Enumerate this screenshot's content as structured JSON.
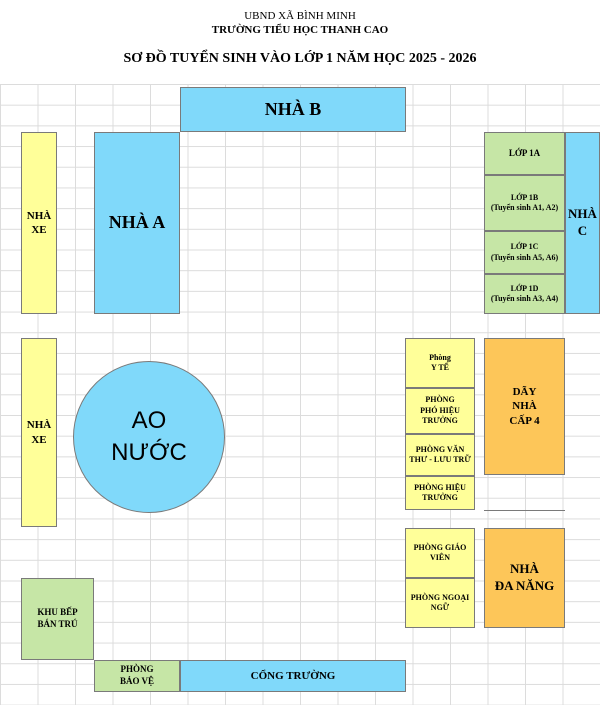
{
  "header": {
    "line1": "UBND XÃ BÌNH MINH",
    "line2": "TRƯỜNG TIỂU HỌC THANH CAO",
    "title": "SƠ ĐỒ TUYỂN SINH VÀO LỚP 1 NĂM HỌC 2025 - 2026"
  },
  "buildings": {
    "nha_b": "NHÀ B",
    "nha_a": "NHÀ A",
    "nha_xe_1": "NHÀ\nXE",
    "nha_xe_2": "NHÀ\nXE",
    "nha_c": "NHÀ\nC",
    "ao_nuoc": "AO\nNƯỚC",
    "day_nha_cap4": "DÃY\nNHÀ\nCẤP 4",
    "nha_da_nang": "NHÀ\nĐA NĂNG",
    "khu_bep": "KHU BẾP\nBÁN TRÚ",
    "phong_bao_ve": "PHÒNG\nBẢO VỆ",
    "cong_truong": "CỔNG TRƯỜNG"
  },
  "classrooms": {
    "lop_1a": "LỚP 1A",
    "lop_1b": "LỚP 1B\n(Tuyển sinh A1, A2)",
    "lop_1c": "LỚP 1C\n(Tuyển sinh A5, A6)",
    "lop_1d": "LỚP 1D\n(Tuyển sinh A3, A4)"
  },
  "rooms": {
    "y_te": "Phòng\nY TẾ",
    "pho_hieu_truong": "PHÒNG\nPHÓ HIỆU\nTRƯỞNG",
    "van_thu": "PHÒNG VĂN\nTHƯ - LƯU TRỮ",
    "hieu_truong": "PHÒNG HIỆU\nTRƯỞNG",
    "giao_vien": "PHÒNG GIÁO\nVIÊN",
    "ngoai_ngu": "PHÒNG NGOẠI\nNGỮ"
  },
  "colors": {
    "yellow": "#ffff99",
    "cyan": "#80d9fa",
    "green": "#c6e6a6",
    "orange": "#fdc659"
  }
}
